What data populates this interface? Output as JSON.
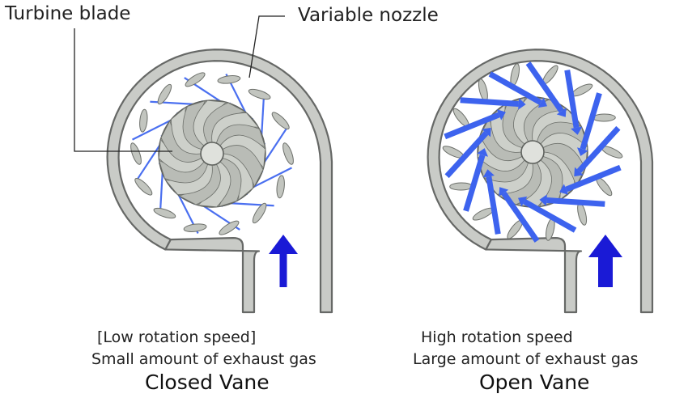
{
  "labels": {
    "turbine_blade": "Turbine blade",
    "variable_nozzle": "Variable nozzle"
  },
  "panels": [
    {
      "title": "Closed Vane",
      "caption_line1": "[Low rotation speed]",
      "caption_line2": "Small amount of exhaust gas",
      "arrow_color": "#1a1ad6",
      "flow_color": "#4a6ff0"
    },
    {
      "title": "Open Vane",
      "caption_line1": "High rotation speed",
      "caption_line2": "Large amount of exhaust gas",
      "arrow_color": "#1a1ad6",
      "flow_color": "#3d63ee"
    }
  ],
  "colors": {
    "housing_fill": "#c9cbc7",
    "housing_stroke": "#666866",
    "blade_fill": "#b9bcb6",
    "vane_fill": "#c2c5bf"
  }
}
